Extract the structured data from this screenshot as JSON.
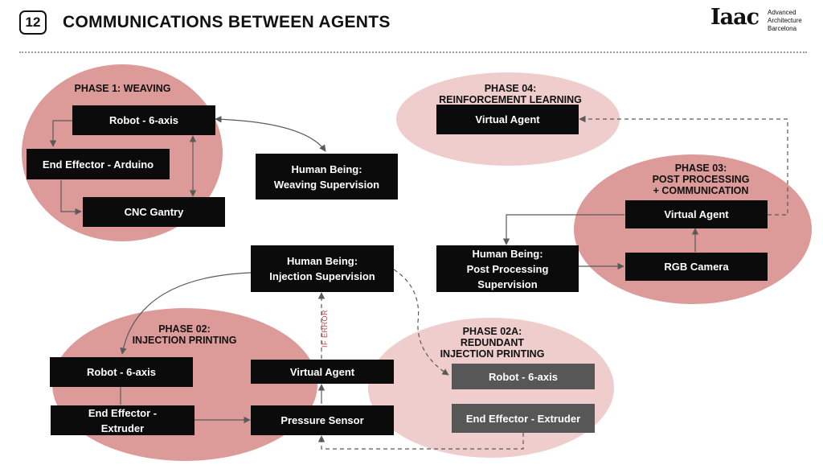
{
  "header": {
    "page_number": "12",
    "title": "COMMUNICATIONS BETWEEN AGENTS",
    "logo_mark": "Iaac",
    "logo_lines": [
      "Advanced",
      "Architecture",
      "Barcelona"
    ]
  },
  "colors": {
    "ellipse_dark": "#dc9a99",
    "ellipse_light": "#efcdcd",
    "box": "#0b0b0b",
    "box_grey": "#575757",
    "arrow": "#5a5a5a",
    "if_error_text": "#c0504d"
  },
  "phases": {
    "p1": [
      "PHASE 1: WEAVING"
    ],
    "p02": [
      "PHASE 02:",
      "INJECTION PRINTING"
    ],
    "p02a": [
      "PHASE 02A:",
      "REDUNDANT",
      "INJECTION PRINTING"
    ],
    "p03": [
      "PHASE 03:",
      "POST PROCESSING",
      "+ COMMUNICATION"
    ],
    "p04": [
      "PHASE 04:",
      "REINFORCEMENT LEARNING"
    ]
  },
  "nodes": {
    "p1_robot": "Robot - 6-axis",
    "p1_end_effector": "End Effector - Arduino",
    "p1_cnc": "CNC Gantry",
    "human_weaving": [
      "Human Being:",
      "Weaving Supervision"
    ],
    "p04_virtual_agent": "Virtual Agent",
    "p03_virtual_agent": "Virtual Agent",
    "p03_rgb_camera": "RGB Camera",
    "human_post": [
      "Human Being:",
      "Post Processing",
      "Supervision"
    ],
    "human_injection": [
      "Human Being:",
      "Injection Supervision"
    ],
    "p02_robot": "Robot - 6-axis",
    "p02_end_effector": [
      "End Effector -",
      "Extruder"
    ],
    "p02_virtual_agent": "Virtual Agent",
    "p02_pressure": "Pressure Sensor",
    "p02a_robot": "Robot - 6-axis",
    "p02a_end_effector": "End Effector - Extruder"
  },
  "edge_labels": {
    "if_error": "IF ERROR"
  }
}
